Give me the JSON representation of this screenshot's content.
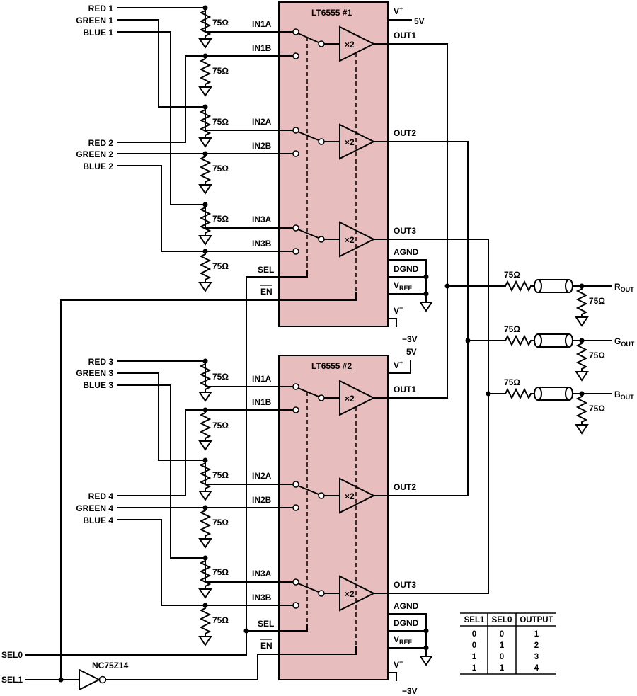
{
  "chips": [
    {
      "name": "LT6555 #1",
      "vplus": "5V",
      "vminus": "−3V"
    },
    {
      "name": "LT6555 #2",
      "vplus": "5V",
      "vminus": "−3V"
    }
  ],
  "pins": {
    "in1a": "IN1A",
    "in1b": "IN1B",
    "in2a": "IN2A",
    "in2b": "IN2B",
    "in3a": "IN3A",
    "in3b": "IN3B",
    "sel": "SEL",
    "en": "EN",
    "vplus": "V",
    "vplus_sup": "+",
    "vminus": "V",
    "vminus_sup": "−",
    "out1": "OUT1",
    "out2": "OUT2",
    "out3": "OUT3",
    "agnd": "AGND",
    "dgnd": "DGND",
    "vref": "V",
    "vref_sub": "REF",
    "gain": "×2"
  },
  "inputs": {
    "red1": "RED 1",
    "green1": "GREEN 1",
    "blue1": "BLUE 1",
    "red2": "RED 2",
    "green2": "GREEN 2",
    "blue2": "BLUE 2",
    "red3": "RED 3",
    "green3": "GREEN 3",
    "blue3": "BLUE 3",
    "red4": "RED 4",
    "green4": "GREEN 4",
    "blue4": "BLUE 4"
  },
  "controls": {
    "sel0": "SEL0",
    "sel1": "SEL1",
    "inverter": "NC75Z14"
  },
  "resistor": "75Ω",
  "outputs": [
    {
      "main": "R",
      "sub": "OUT"
    },
    {
      "main": "G",
      "sub": "OUT"
    },
    {
      "main": "B",
      "sub": "OUT"
    }
  ],
  "truth_table": {
    "headers": [
      "SEL1",
      "SEL0",
      "OUTPUT"
    ],
    "rows": [
      [
        "0",
        "0",
        "1"
      ],
      [
        "0",
        "1",
        "2"
      ],
      [
        "1",
        "0",
        "3"
      ],
      [
        "1",
        "1",
        "4"
      ]
    ]
  }
}
